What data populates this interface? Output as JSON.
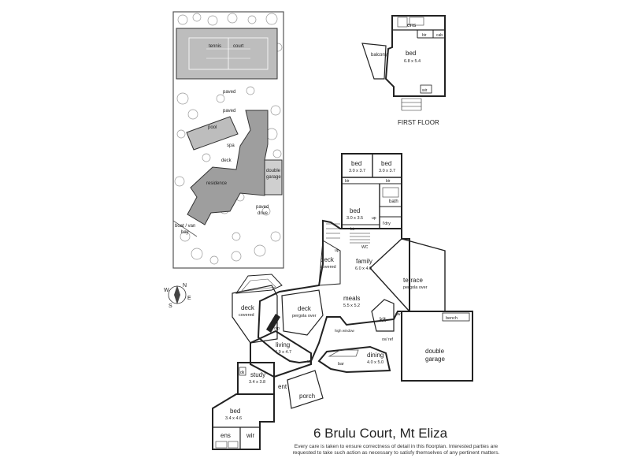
{
  "site": {
    "tennis": "tennis",
    "court": "court",
    "paved_top": "paved",
    "pool": "pool",
    "paved_mid": "paved",
    "spa": "spa",
    "deck": "deck",
    "residence": "residence",
    "double": "double",
    "garage": "garage",
    "paved_drive_1": "paved",
    "paved_drive_2": "drive",
    "boat_1": "boat / van",
    "boat_2": "bay"
  },
  "first_floor": {
    "ens": "ens",
    "bir": "bir",
    "cab": "cab",
    "balcony": "balcony",
    "bed": "bed",
    "bed_dims": "6.8 x 5.4",
    "wir": "wir",
    "caption": "FIRST FLOOR"
  },
  "rooms": {
    "bed1": "bed",
    "bed1_dims": "3.0 x 3.7",
    "bed2": "bed",
    "bed2_dims": "3.0 x 3.7",
    "bir1": "bir",
    "bir2": "bir",
    "bed3": "bed",
    "bed3_dims": "3.0 x 3.5",
    "bir3": "bir",
    "bath": "bath",
    "up1": "up",
    "ldry": "l'dry",
    "up2": "up",
    "wc": "WC",
    "deck_cov": "deck",
    "deck_cov_sub": "covered",
    "family": "family",
    "family_dims": "6.0 x 4.0",
    "terrace": "terrace",
    "terrace_sub": "pergola over",
    "deck_left": "deck",
    "deck_left_sub": "covered",
    "deck_pergola": "deck",
    "deck_pergola_sub": "pergola over",
    "meals": "meals",
    "meals_dims": "5.5 x 5.2",
    "kit": "kit",
    "dw": "dw",
    "bench": "bench",
    "high_window": "high window",
    "ovref": "ov/ ref",
    "ofp": "ofp",
    "living": "living",
    "living_dims": "4.9 x 4.7",
    "up3": "up",
    "bar": "bar",
    "dining": "dining",
    "dining_dims": "4.0 x 5.0",
    "double": "double",
    "garage": "garage",
    "study": "study",
    "study_dims": "3.4 x 3.8",
    "dk": "dk",
    "ent": "ent",
    "porch": "porch",
    "bed4": "bed",
    "bed4_dims": "3.4 x 4.6",
    "ens": "ens",
    "wir": "wir"
  },
  "compass": {
    "n": "N",
    "s": "S",
    "e": "E",
    "w": "W"
  },
  "title": "6 Brulu Court, Mt Eliza",
  "disclaimer": "Every care is taken to ensure correctness of detail in this floorplan. Interested parties are requested to take such action as necessary to satisfy themselves of any pertinent matters."
}
